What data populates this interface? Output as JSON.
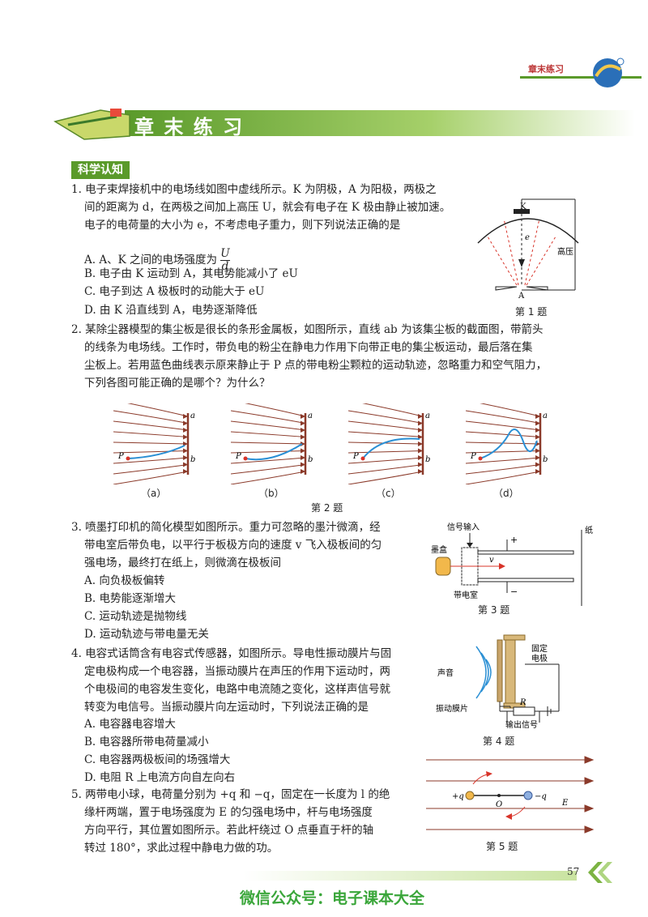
{
  "header": {
    "chapter_tag": "章末练习",
    "title": "章 末 练 习"
  },
  "section": {
    "label": "科学认知"
  },
  "q1": {
    "lines": [
      "1. 电子束焊接机中的电场线如图中虚线所示。K 为阴极，A 为阳极，两极之",
      "间的距离为 d，在两极之间加上高压 U，就会有电子在 K 极由静止被加速。",
      "电子的电荷量的大小为 e，不考虑电子重力，则下列说法正确的是"
    ],
    "options": [
      "A. A、K 之间的电场强度为",
      "B. 电子由 K 运动到 A，其电势能减小了 eU",
      "C. 电子到达 A 极板时的动能大于 eU",
      "D. 由 K 沿直线到 A，电势逐渐降低"
    ],
    "frac_num": "U",
    "frac_den": "d",
    "fig": {
      "label_k": "K",
      "label_a": "A",
      "label_e": "e",
      "label_hv": "高压",
      "caption": "第 1 题"
    }
  },
  "q2": {
    "lines": [
      "2. 某除尘器模型的集尘板是很长的条形金属板，如图所示，直线 ab 为该集尘板的截面图，带箭头",
      "的线条为电场线。工作时，带负电的粉尘在静电力作用下向带正电的集尘板运动，最后落在集",
      "尘板上。若用蓝色曲线表示原来静止于 P 点的带电粉尘颗粒的运动轨迹，忽略重力和空气阻力，",
      "下列各图可能正确的是哪个？为什么？"
    ],
    "panels": [
      "（a）",
      "（b）",
      "（c）",
      "（d）"
    ],
    "label_a": "a",
    "label_b": "b",
    "label_p": "P",
    "caption": "第 2 题"
  },
  "q3": {
    "lines": [
      "3. 喷墨打印机的简化模型如图所示。重力可忽略的墨汁微滴，经",
      "带电室后带负电，以平行于板极方向的速度 v 飞入极板间的匀",
      "强电场，最终打在纸上，则微滴在极板间"
    ],
    "options": [
      "A. 向负极板偏转",
      "B. 电势能逐渐增大",
      "C. 运动轨迹是抛物线",
      "D. 运动轨迹与带电量无关"
    ],
    "fig": {
      "signal": "信号输入",
      "paper": "纸",
      "ink": "墨盒",
      "chamber": "带电室",
      "v": "v",
      "plus": "+",
      "minus": "−",
      "caption": "第 3 题"
    }
  },
  "q4": {
    "lines": [
      "4. 电容式话筒含有电容式传感器，如图所示。导电性振动膜片与固",
      "定电极构成一个电容器，当振动膜片在声压的作用下运动时，两",
      "个电极间的电容发生变化，电路中电流随之变化，这样声信号就",
      "转变为电信号。当振动膜片向左运动时，下列说法正确的是"
    ],
    "options": [
      "A. 电容器电容增大",
      "B. 电容器所带电荷量减小",
      "C. 电容器两极板间的场强增大",
      "D. 电阻 R 上电流方向自左向右"
    ],
    "fig": {
      "fixed1": "固定",
      "fixed2": "电极",
      "sound": "声音",
      "membrane": "振动膜片",
      "r": "R",
      "output": "输出信号",
      "caption": "第 4 题"
    }
  },
  "q5": {
    "lines": [
      "5. 两带电小球，电荷量分别为 +q 和 −q，固定在一长度为 l 的绝",
      "缘杆两端，置于电场强度为 E 的匀强电场中，杆与电场强度",
      "方向平行，其位置如图所示。若此杆绕过 O 点垂直于杆的轴",
      "转过 180°，求此过程中静电力做的功。"
    ],
    "fig": {
      "plus_q": "+q",
      "minus_q": "−q",
      "o": "O",
      "e": "E",
      "caption": "第 5 题"
    }
  },
  "footer": {
    "page": "57",
    "watermark": "微信公众号：电子课本大全"
  },
  "colors": {
    "green": "#5a9a2a",
    "field_line": "#8b3a2a",
    "blue_path": "#2a8fd4",
    "red": "#d8342a"
  }
}
